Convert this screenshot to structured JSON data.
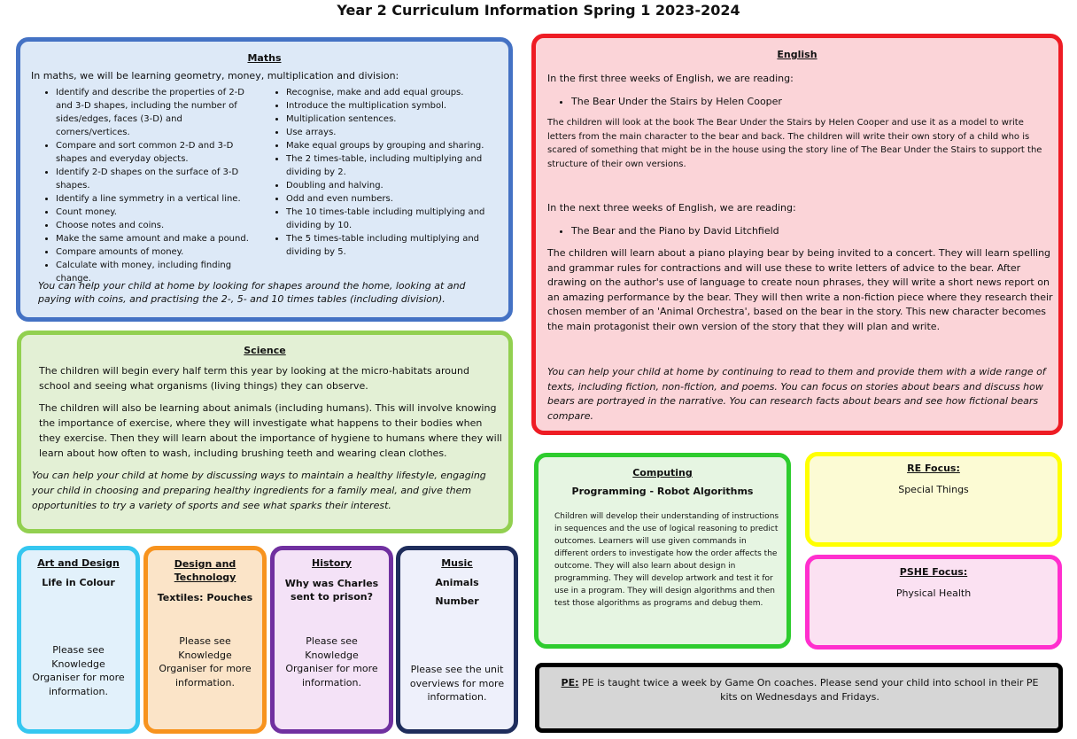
{
  "title": "Year 2 Curriculum Information Spring 1 2023-2024",
  "maths": {
    "heading": "Maths",
    "intro": "In maths, we will be learning geometry, money, multiplication and division:",
    "left_items": [
      "Identify and describe the properties of 2-D and 3-D shapes, including the number of sides/edges, faces (3-D) and corners/vertices.",
      "Compare and sort common 2-D and 3-D shapes and everyday objects.",
      "Identify 2-D shapes on the surface of 3-D shapes.",
      "Identify a line symmetry in a vertical line.",
      "Count money.",
      "Choose notes and coins.",
      "Make the same amount and make a pound.",
      "Compare amounts of money.",
      "Calculate with money, including finding change."
    ],
    "right_items": [
      "Recognise, make and add equal groups.",
      "Introduce the multiplication symbol.",
      "Multiplication sentences.",
      "Use arrays.",
      "Make equal groups by grouping and sharing.",
      "The 2 times-table, including multiplying and dividing by 2.",
      "Doubling and halving.",
      "Odd and even numbers.",
      "The 10 times-table including multiplying and dividing by 10.",
      "The 5 times-table including multiplying and dividing by 5."
    ],
    "help": "You can help your child at home by looking for shapes around the home, looking at and paying with coins, and practising the 2-, 5- and 10 times tables (including division)."
  },
  "english": {
    "heading": "English",
    "intro1": "In the first three weeks of English, we are reading:",
    "book1": "The Bear Under the Stairs by Helen Cooper",
    "para1": "The children will look at the book The Bear Under the Stairs by Helen Cooper and use it as a model to write letters from the main character to the bear and back. The children will write their own story of a child who is scared of something that might be in the house using the story line of The Bear Under the Stairs to support the structure of their own versions.",
    "intro2": "In the next three weeks of English, we are reading:",
    "book2": "The Bear and the Piano by David Litchfield",
    "para2": "The children will learn about a piano playing bear by being invited to a concert. They will learn spelling and grammar rules for contractions and will use these to write letters of advice to the bear. After drawing on the author's use of language to create noun phrases, they will write a short news report on an amazing performance by the bear. They will then write a non-fiction piece where they research their chosen member of an 'Animal Orchestra', based on the bear in the story. This new character becomes the main protagonist their own version of the story that they will plan and write.",
    "help": "You can help your child at home by continuing to read to them and provide them with a wide range of texts, including fiction, non-fiction, and poems. You can focus on stories about bears and discuss how bears are portrayed in the narrative. You can research facts about bears and see how fictional bears compare."
  },
  "science": {
    "heading": "Science",
    "para1": "The children will begin every half term this year by looking at the micro-habitats around school and seeing what organisms (living things) they can observe.",
    "para2": "The children will also be learning about animals (including humans). This will involve knowing the importance of exercise, where they will investigate what happens to their bodies when they exercise. Then they will learn about the importance of hygiene to humans where they will learn about how often to wash, including brushing teeth and wearing clean clothes.",
    "help": "You can help your child at home by discussing ways to maintain a healthy lifestyle, engaging your child in choosing and preparing healthy ingredients for a family meal, and give them opportunities to try a variety of sports and see what sparks their interest."
  },
  "computing": {
    "heading": "Computing",
    "subtitle": "Programming - Robot Algorithms",
    "para": "Children will develop their understanding of instructions in sequences and the use of logical reasoning to predict outcomes. Learners will use given commands in different orders to investigate how the order affects the outcome. They will also learn about design in programming. They will develop artwork and test it for use in a program. They will design algorithms and then test those algorithms as programs and debug them."
  },
  "re": {
    "heading": "RE Focus:",
    "text": "Special Things"
  },
  "pshe": {
    "heading": "PSHE Focus:",
    "text": "Physical Health"
  },
  "pe": {
    "label": "PE:",
    "text": " PE is taught twice a week by Game On coaches. Please send your child into school in their PE kits on Wednesdays and Fridays."
  },
  "art": {
    "heading": "Art and Design",
    "subtitle": "Life in Colour",
    "text": "Please see Knowledge Organiser for more information."
  },
  "dt": {
    "heading": "Design and Technology",
    "subtitle": "Textiles: Pouches",
    "text": "Please see Knowledge Organiser for more information."
  },
  "history": {
    "heading": "History",
    "subtitle": "Why was Charles sent to prison?",
    "text": "Please see Knowledge Organiser for more information."
  },
  "music": {
    "heading": "Music",
    "subtitle1": "Animals",
    "subtitle2": "Number",
    "text": "Please see the unit overviews for more information."
  },
  "colors": {
    "maths_border": "#4472c4",
    "english_border": "#ee1c24",
    "science_border": "#92d050",
    "computing_border": "#2ecc2e",
    "re_border": "#ffff00",
    "pshe_border": "#ff2fce",
    "art_border": "#35c7f0",
    "dt_border": "#f7931e",
    "history_border": "#7030a0",
    "music_border": "#1f2d5c"
  }
}
